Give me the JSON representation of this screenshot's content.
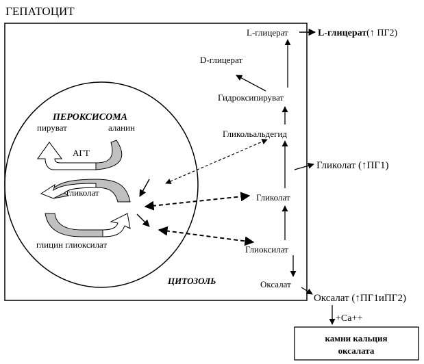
{
  "title": "ГЕПАТОЦИТ",
  "peroxisome": {
    "title": "ПЕРОКСИСОМА",
    "pyruvate": "пируват",
    "alanine": "аланин",
    "agt": "АГТ",
    "glycolate": "гликолат",
    "glycine_glyoxylate": "глицин глиоксилат"
  },
  "cytosol": {
    "label": "ЦИТОЗОЛЬ",
    "l_glycerate": "L-глицерат",
    "d_glycerate": "D-глицерат",
    "hydroxypyruvate": "Гидроксипируват",
    "glycolaldehyde": "Гликольальдегид",
    "glycolate": "Гликолат",
    "glyoxylate": "Глиоксилат",
    "oxalate": "Оксалат"
  },
  "outside": {
    "l_glycerate_name": "L-глицерат",
    "l_glycerate_note": "(↑ ПГ2)",
    "glycolate": "Гликолат (↑ПГ1)",
    "oxalate": "Оксалат (↑ПГ1иПГ2)",
    "calcium": "+Ca++",
    "stones_line1": "камни кальция",
    "stones_line2": "оксалата"
  },
  "colors": {
    "line": "#000000",
    "arrow_fill_gray": "#c0c0c0",
    "background": "#ffffff"
  }
}
